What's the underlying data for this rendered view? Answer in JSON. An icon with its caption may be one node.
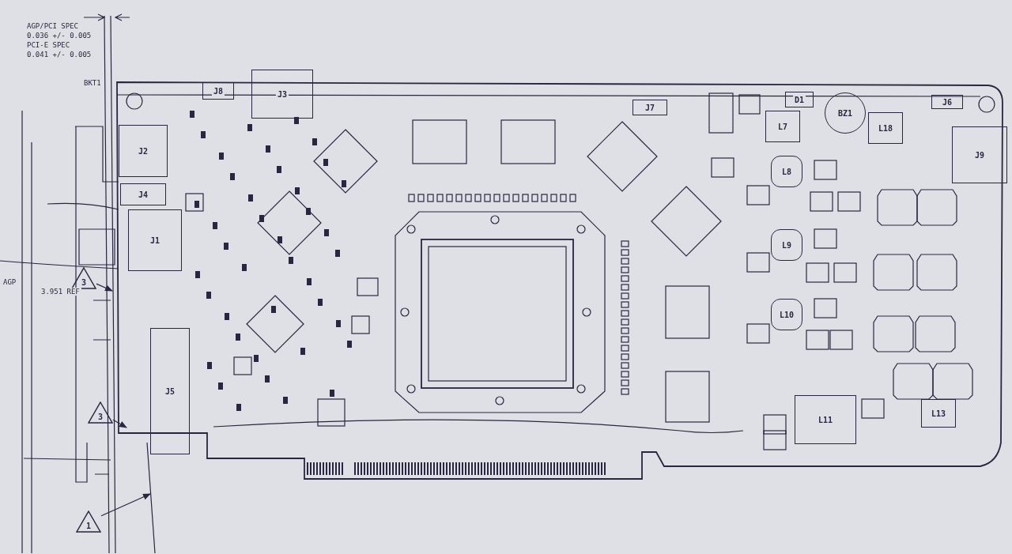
{
  "diagram": {
    "nodes": [
      {
        "text": [
          "3"
        ]
      },
      {
        "text": [
          "3"
        ]
      },
      {
        "text": [
          "1"
        ]
      },
      {
        "text": [
          "J2"
        ]
      },
      {
        "text": [
          "J4"
        ]
      },
      {
        "text": [
          "J1"
        ]
      },
      {
        "text": [
          "J5"
        ]
      },
      {
        "text": [
          "J8"
        ]
      },
      {
        "text": [
          "J3"
        ]
      },
      {
        "text": [
          "J7"
        ]
      },
      {
        "text": [
          "D1"
        ]
      },
      {
        "text": [
          "BZ1"
        ]
      },
      {
        "text": [
          "J6"
        ]
      },
      {
        "text": [
          "L7"
        ]
      },
      {
        "text": [
          "L18"
        ]
      },
      {
        "text": [
          "J9"
        ]
      },
      {
        "text": [
          "L8"
        ]
      },
      {
        "text": [
          "L9"
        ]
      },
      {
        "text": [
          "L10"
        ]
      },
      {
        "text": [
          "L11"
        ]
      },
      {
        "text": [
          "L13"
        ]
      }
    ],
    "edges": [
      {
        "from": 0,
        "to": null,
        "arrow": "to"
      },
      {
        "from": 1,
        "to": null,
        "arrow": "to"
      },
      {
        "from": 2,
        "to": null,
        "arrow": "to"
      }
    ],
    "labels": [
      "AGP/PCI SPEC",
      "0.036 +/- 0.005",
      "PCI-E SPEC",
      "0.041 +/- 0.005",
      "BKT1",
      "AGP",
      "3.951 REF"
    ]
  }
}
